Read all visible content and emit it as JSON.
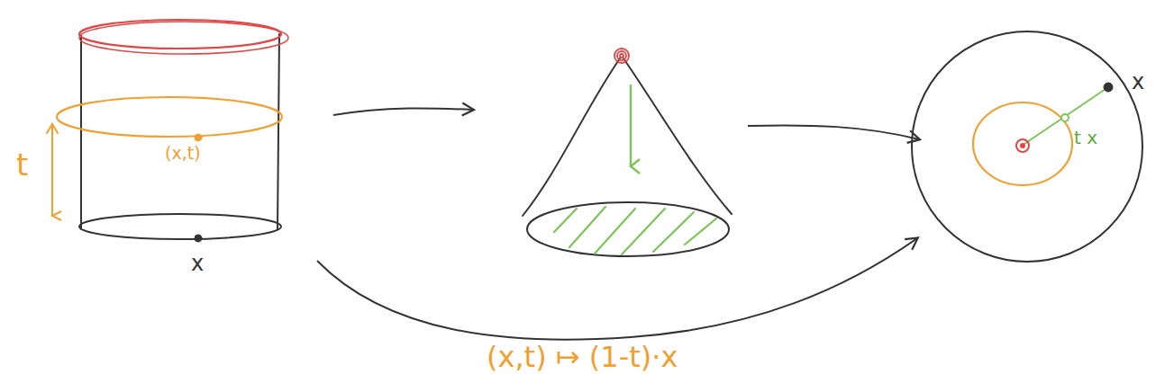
{
  "diagram": {
    "labels": [
      "t",
      "(x,t)",
      "x",
      "x",
      "t x",
      "(x,t) ↦ (1-t)·x"
    ]
  }
}
